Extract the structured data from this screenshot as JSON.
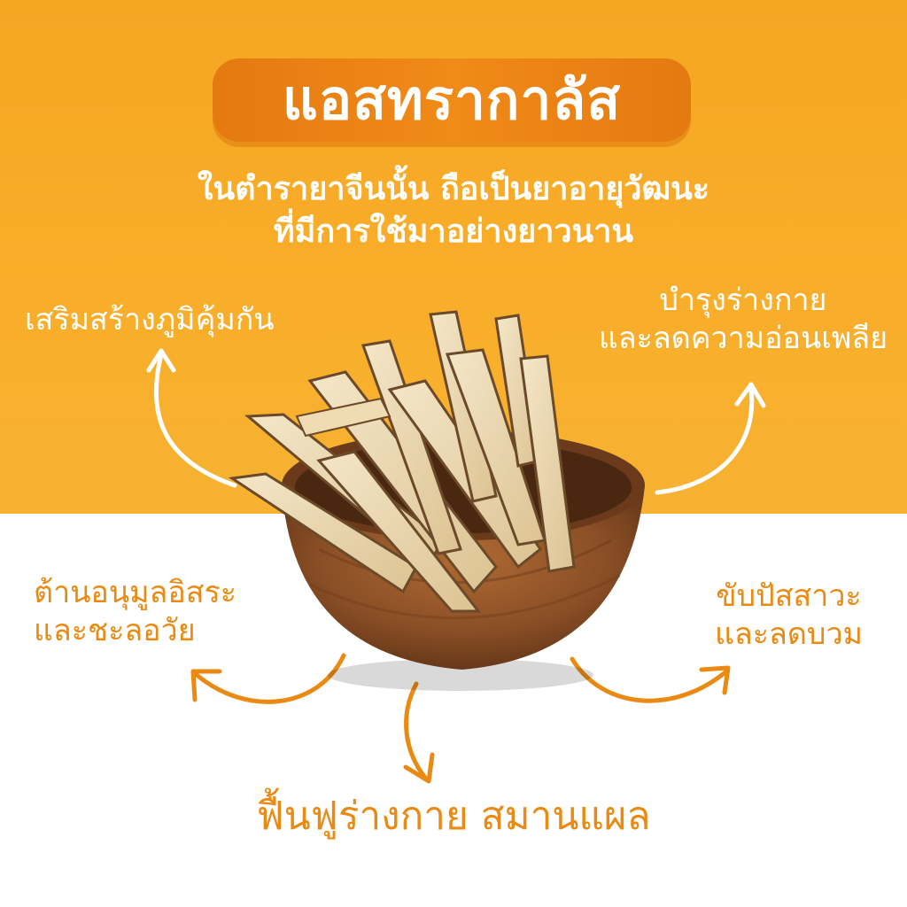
{
  "title": "แอสทรากาลัส",
  "subtitle": {
    "line1": "ในตำรายาจีนนั้น ถือเป็นยาอายุวัฒนะ",
    "line2": "ที่มีการใช้มาอย่างยาวนาน"
  },
  "benefits": {
    "immune": "เสริมสร้างภูมิคุ้มกัน",
    "nourish_line1": "บำรุงร่างกาย",
    "nourish_line2": "และลดความอ่อนเพลีย",
    "antioxidant_line1": "ต้านอนุมูลอิสระ",
    "antioxidant_line2": "และชะลอวัย",
    "diuretic_line1": "ขับปัสสาวะ",
    "diuretic_line2": "และลดบวม",
    "recover": "ฟื้นฟูร่างกาย สมานแผล"
  },
  "colors": {
    "background_top": "#f6a623",
    "accent_orange": "#ea8a12",
    "title_pill": "#e47a10",
    "bowl_wood": "#8a4f26"
  },
  "illustration": "wooden-bowl-with-dried-astragalus-root-slices"
}
